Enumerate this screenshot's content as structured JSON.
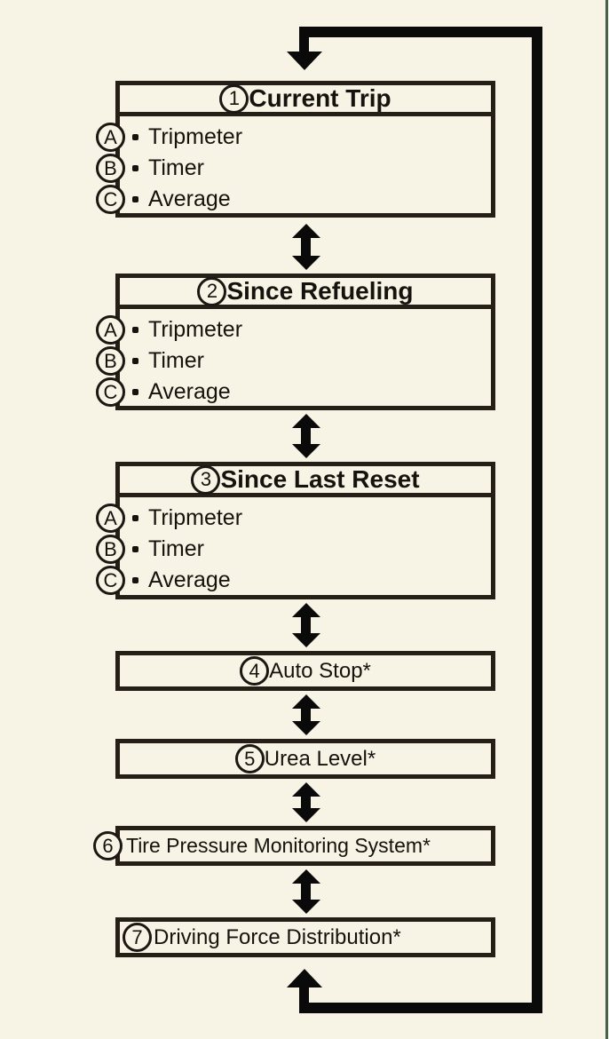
{
  "diagram": {
    "description_bullet": "•",
    "sections": [
      {
        "number": "1",
        "title": "Current Trip",
        "items": [
          {
            "letter": "A",
            "label": "Tripmeter"
          },
          {
            "letter": "B",
            "label": "Timer"
          },
          {
            "letter": "C",
            "label": "Average"
          }
        ]
      },
      {
        "number": "2",
        "title": "Since Refueling",
        "items": [
          {
            "letter": "A",
            "label": "Tripmeter"
          },
          {
            "letter": "B",
            "label": "Timer"
          },
          {
            "letter": "C",
            "label": "Average"
          }
        ]
      },
      {
        "number": "3",
        "title": "Since Last Reset",
        "items": [
          {
            "letter": "A",
            "label": "Tripmeter"
          },
          {
            "letter": "B",
            "label": "Timer"
          },
          {
            "letter": "C",
            "label": "Average"
          }
        ]
      },
      {
        "number": "4",
        "title": "Auto Stop*"
      },
      {
        "number": "5",
        "title": "Urea Level*"
      },
      {
        "number": "6",
        "title": "Tire Pressure Monitoring System*"
      },
      {
        "number": "7",
        "title": "Driving Force Distribution*"
      }
    ],
    "colors": {
      "background": "#f8f4e5",
      "box_border": "#261f18",
      "arrow": "#0a0a0a",
      "text": "#16120d",
      "page_edge": "#48614d"
    }
  }
}
